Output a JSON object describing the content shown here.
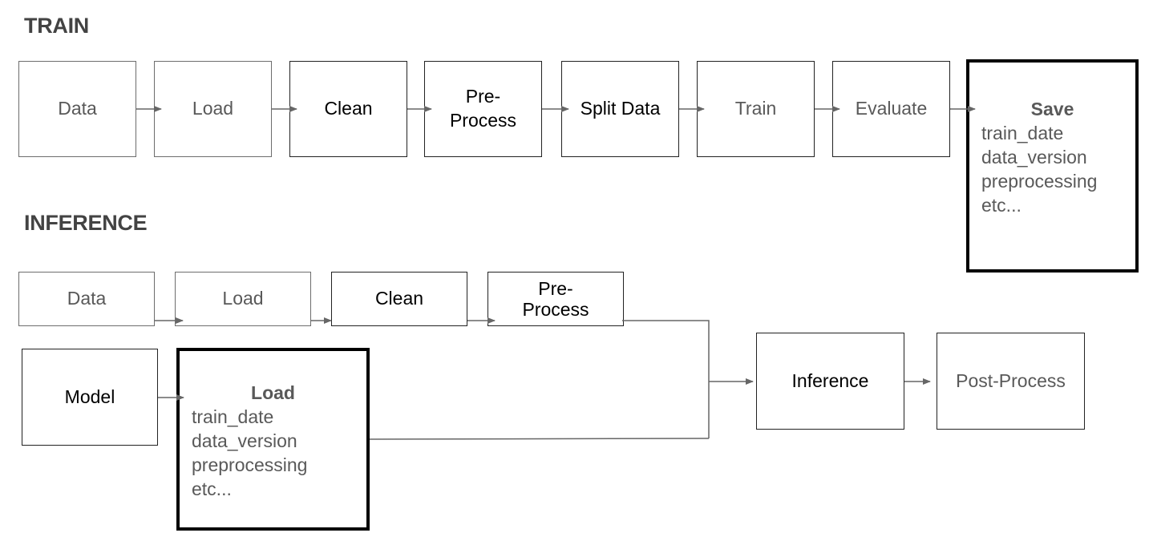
{
  "train": {
    "heading": "TRAIN",
    "boxes": {
      "data": "Data",
      "load": "Load",
      "clean": "Clean",
      "preprocess": [
        "Pre-",
        "Process"
      ],
      "split": "Split Data",
      "train": "Train",
      "evaluate": "Evaluate",
      "save": {
        "title": "Save",
        "lines": [
          "train_date",
          "data_version",
          "preprocessing",
          "etc..."
        ]
      }
    }
  },
  "inference": {
    "heading": "INFERENCE",
    "boxes": {
      "data": "Data",
      "load": "Load",
      "clean": "Clean",
      "preprocess": [
        "Pre-",
        "Process"
      ],
      "model": "Model",
      "model_load": {
        "title": "Load",
        "lines": [
          "train_date",
          "data_version",
          "preprocessing",
          "etc..."
        ]
      },
      "inference": "Inference",
      "postprocess": "Post-Process"
    }
  },
  "colors": {
    "heading": "#434343",
    "text_gray": "#595959",
    "text_dark": "#000000",
    "border": "#6d6d6d",
    "arrow": "#666666"
  }
}
